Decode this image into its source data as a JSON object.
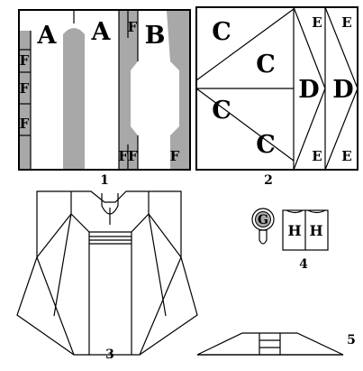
{
  "panels": {
    "p1": {
      "number": "1",
      "labels": {
        "a1": "A",
        "a2": "A",
        "b": "B",
        "f_top": "F",
        "f_l1": "F",
        "f_l2": "F",
        "f_l3": "F",
        "ff": "FF",
        "f_br": "F"
      }
    },
    "p2": {
      "number": "2",
      "labels": {
        "c1": "C",
        "c2": "C",
        "c3": "C",
        "c4": "C",
        "d1": "D",
        "d2": "D",
        "e1": "E",
        "e2": "E",
        "e3": "E",
        "e4": "E"
      }
    },
    "p3": {
      "number": "3"
    },
    "p4": {
      "number": "4",
      "labels": {
        "g": "G",
        "h1": "H",
        "h2": "H"
      }
    },
    "p5": {
      "number": "5"
    }
  }
}
